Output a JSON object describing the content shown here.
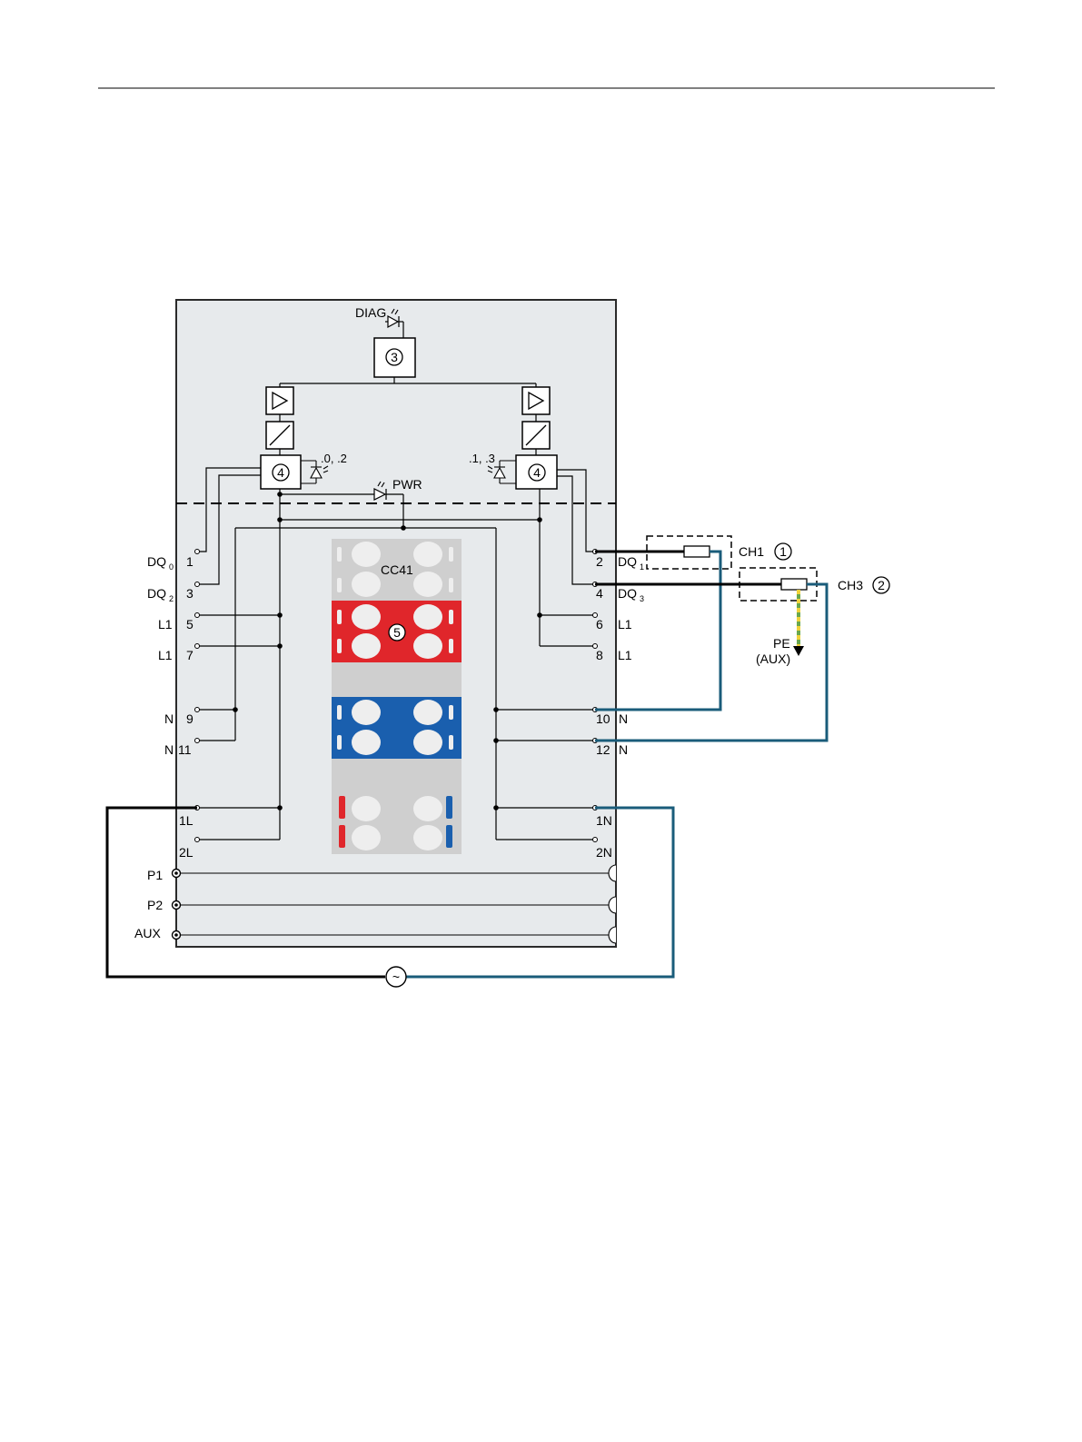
{
  "colors": {
    "module_bg": "#e7eaec",
    "frame": "#2a2a2a",
    "wire_black": "#000000",
    "wire_blue": "#1a5c7a",
    "pe_green": "#6aa84f",
    "pe_yellow": "#f1d33a",
    "cc41_gray": "#cfcfcf",
    "cc41_red": "#e0262b",
    "cc41_blue": "#1a5fae",
    "slot_white": "#eeeeee"
  },
  "icons": [
    "led-icon",
    "amplifier-icon",
    "optocoupler-icon",
    "ac-source-icon",
    "fuse-icon",
    "ground-arrow-icon"
  ],
  "blocks": {
    "diag": {
      "label": "DIAG",
      "callout": "3"
    },
    "channel_left": {
      "callout": "4",
      "led_label": ".0, .2"
    },
    "channel_right": {
      "callout": "4",
      "led_label": ".1, .3"
    },
    "pwr": {
      "label": "PWR"
    },
    "cc41": {
      "label": "CC41",
      "callout": "5"
    }
  },
  "terminals_left": [
    {
      "name": "DQ",
      "sub": "0",
      "num": "1"
    },
    {
      "name": "DQ",
      "sub": "2",
      "num": "3"
    },
    {
      "name": "L1",
      "num": "5"
    },
    {
      "name": "L1",
      "num": "7"
    },
    {
      "name": "N",
      "num": "9"
    },
    {
      "name": "N",
      "num": "11"
    }
  ],
  "terminals_right": [
    {
      "num": "2",
      "name": "DQ",
      "sub": "1"
    },
    {
      "num": "4",
      "name": "DQ",
      "sub": "3"
    },
    {
      "num": "6",
      "name": "L1"
    },
    {
      "num": "8",
      "name": "L1"
    },
    {
      "num": "10",
      "name": "N"
    },
    {
      "num": "12",
      "name": "N"
    }
  ],
  "supply": {
    "left": [
      "1L",
      "2L"
    ],
    "right": [
      "1N",
      "2N"
    ],
    "buses": [
      "P1",
      "P2",
      "AUX"
    ],
    "source_symbol": "~"
  },
  "loads": {
    "ch1": {
      "label": "CH1",
      "callout": "1"
    },
    "ch3": {
      "label": "CH3",
      "callout": "2"
    },
    "pe": {
      "line1": "PE",
      "line2": "(AUX)"
    }
  }
}
